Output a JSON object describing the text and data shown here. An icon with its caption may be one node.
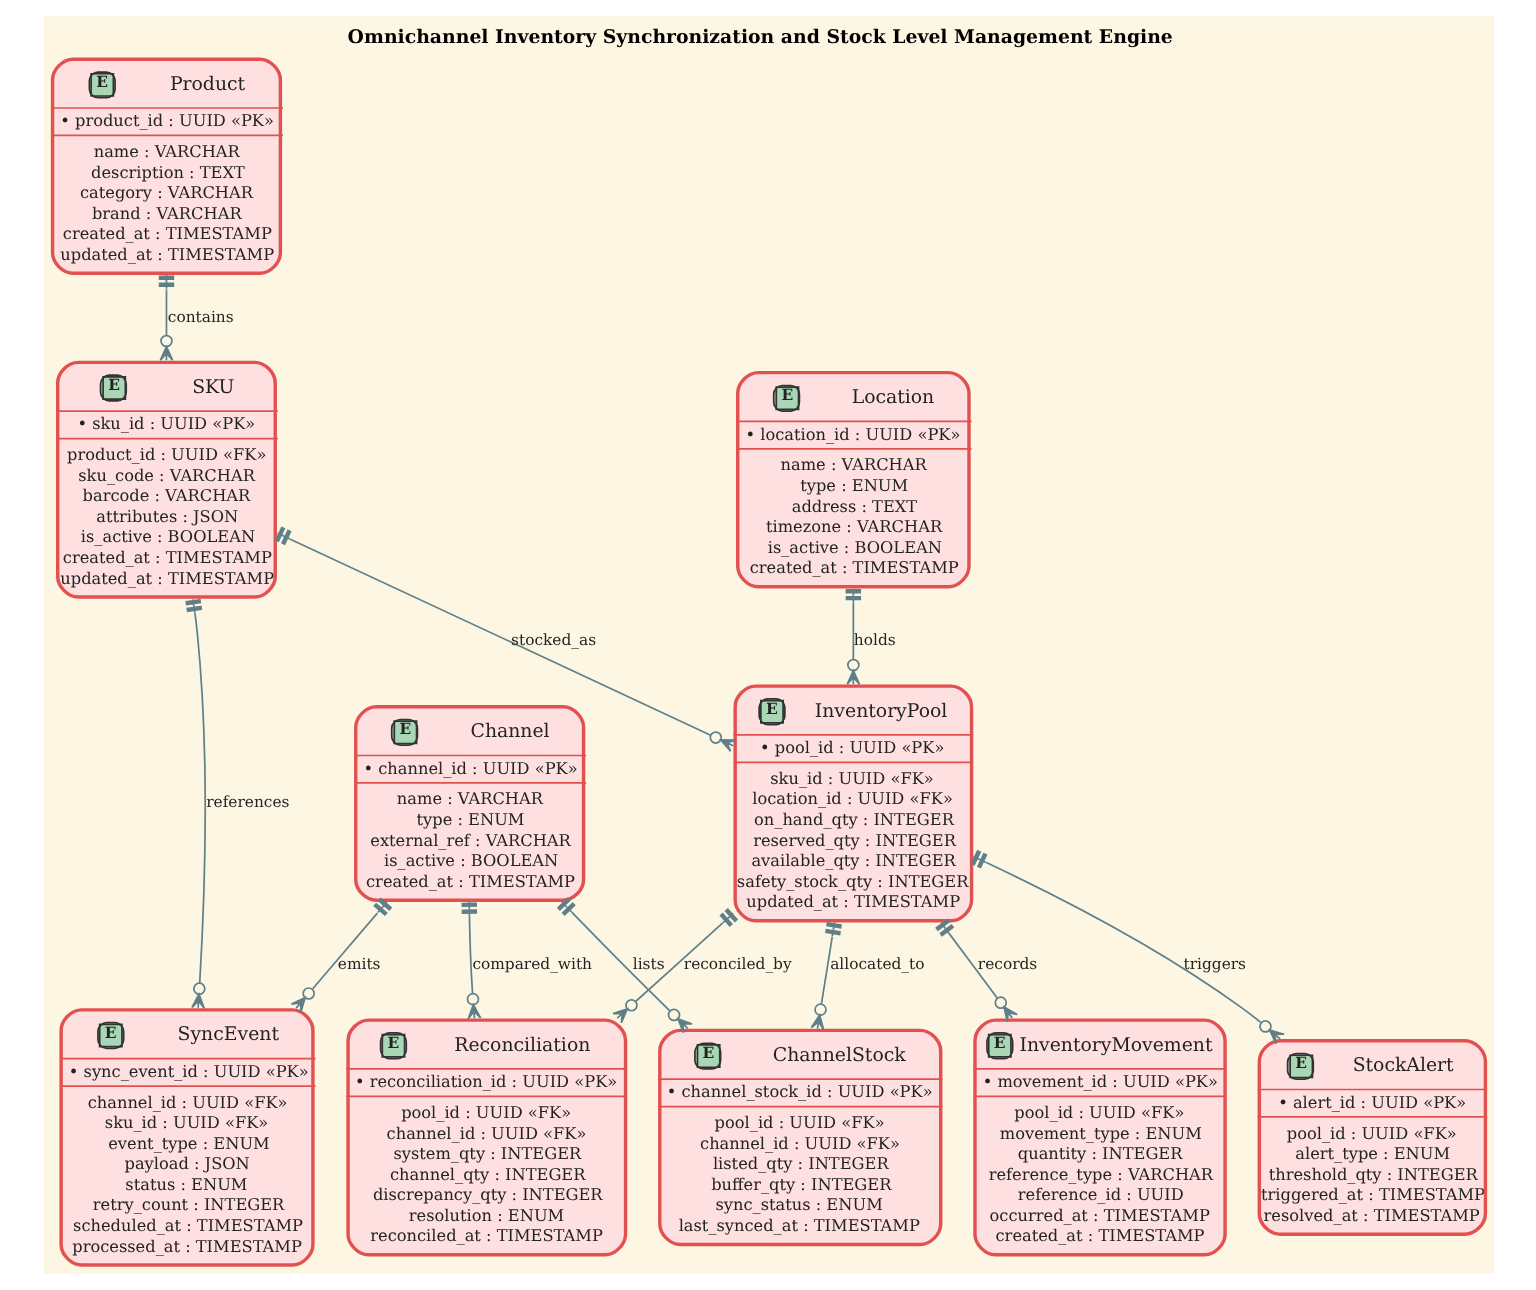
{
  "diagram": {
    "title": "Omnichannel Inventory Synchronization and Stock Level Management Engine",
    "nodes": [
      {
        "text": [
          "E",
          "Product",
          "• product_id : UUID «PK»",
          "name : VARCHAR",
          "description : TEXT",
          "category : VARCHAR",
          "brand : VARCHAR",
          "created_at : TIMESTAMP",
          "updated_at : TIMESTAMP"
        ]
      },
      {
        "text": [
          "E",
          "SKU",
          "• sku_id : UUID «PK»",
          "product_id : UUID «FK»",
          "sku_code : VARCHAR",
          "barcode : VARCHAR",
          "attributes : JSON",
          "is_active : BOOLEAN",
          "created_at : TIMESTAMP",
          "updated_at : TIMESTAMP"
        ]
      },
      {
        "text": [
          "E",
          "Location",
          "• location_id : UUID «PK»",
          "name : VARCHAR",
          "type : ENUM",
          "address : TEXT",
          "timezone : VARCHAR",
          "is_active : BOOLEAN",
          "created_at : TIMESTAMP"
        ]
      },
      {
        "text": [
          "E",
          "Channel",
          "• channel_id : UUID «PK»",
          "name : VARCHAR",
          "type : ENUM",
          "external_ref : VARCHAR",
          "is_active : BOOLEAN",
          "created_at : TIMESTAMP"
        ]
      },
      {
        "text": [
          "E",
          "InventoryPool",
          "• pool_id : UUID «PK»",
          "sku_id : UUID «FK»",
          "location_id : UUID «FK»",
          "on_hand_qty : INTEGER",
          "reserved_qty : INTEGER",
          "available_qty : INTEGER",
          "safety_stock_qty : INTEGER",
          "updated_at : TIMESTAMP"
        ]
      },
      {
        "text": [
          "E",
          "SyncEvent",
          "• sync_event_id : UUID «PK»",
          "channel_id : UUID «FK»",
          "sku_id : UUID «FK»",
          "event_type : ENUM",
          "payload : JSON",
          "status : ENUM",
          "retry_count : INTEGER",
          "scheduled_at : TIMESTAMP",
          "processed_at : TIMESTAMP"
        ]
      },
      {
        "text": [
          "E",
          "Reconciliation",
          "• reconciliation_id : UUID «PK»",
          "pool_id : UUID «FK»",
          "channel_id : UUID «FK»",
          "system_qty : INTEGER",
          "channel_qty : INTEGER",
          "discrepancy_qty : INTEGER",
          "resolution : ENUM",
          "reconciled_at : TIMESTAMP"
        ]
      },
      {
        "text": [
          "E",
          "ChannelStock",
          "• channel_stock_id : UUID «PK»",
          "pool_id : UUID «FK»",
          "channel_id : UUID «FK»",
          "listed_qty : INTEGER",
          "buffer_qty : INTEGER",
          "sync_status : ENUM",
          "last_synced_at : TIMESTAMP"
        ]
      },
      {
        "text": [
          "E",
          "InventoryMovement",
          "• movement_id : UUID «PK»",
          "pool_id : UUID «FK»",
          "movement_type : ENUM",
          "quantity : INTEGER",
          "reference_type : VARCHAR",
          "reference_id : UUID",
          "occurred_at : TIMESTAMP",
          "created_at : TIMESTAMP"
        ]
      },
      {
        "text": [
          "E",
          "StockAlert",
          "• alert_id : UUID «PK»",
          "pool_id : UUID «FK»",
          "alert_type : ENUM",
          "threshold_qty : INTEGER",
          "triggered_at : TIMESTAMP",
          "resolved_at : TIMESTAMP"
        ]
      }
    ],
    "edges": [
      {
        "from": 0,
        "to": 1,
        "arrow": "other",
        "label": "contains"
      },
      {
        "from": 1,
        "to": 4,
        "arrow": "other",
        "label": "stocked_as"
      },
      {
        "from": 2,
        "to": 4,
        "arrow": "other",
        "label": "holds"
      },
      {
        "from": 1,
        "to": 5,
        "arrow": "other",
        "label": "references"
      },
      {
        "from": 3,
        "to": 5,
        "arrow": "other",
        "label": "emits"
      },
      {
        "from": 3,
        "to": 6,
        "arrow": "other",
        "label": "compared_with"
      },
      {
        "from": 3,
        "to": 7,
        "arrow": "other",
        "label": "lists"
      },
      {
        "from": 4,
        "to": 6,
        "arrow": "other",
        "label": "reconciled_by"
      },
      {
        "from": 4,
        "to": 7,
        "arrow": "other",
        "label": "allocated_to"
      },
      {
        "from": 4,
        "to": 8,
        "arrow": "other",
        "label": "records"
      },
      {
        "from": 4,
        "to": 9,
        "arrow": "other",
        "label": "triggers"
      }
    ]
  }
}
